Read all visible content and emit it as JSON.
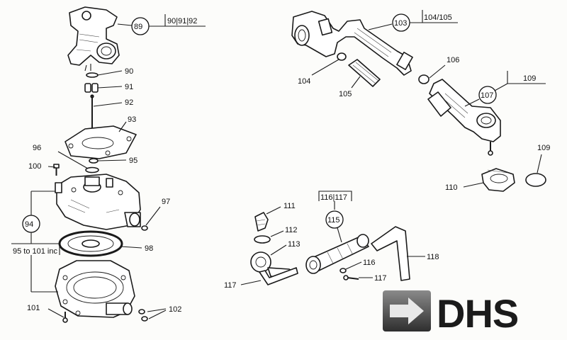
{
  "labels": {
    "n89": "89",
    "n90_91_92": "90|91|92",
    "n90": "90",
    "n91": "91",
    "n92": "92",
    "n93": "93",
    "n96": "96",
    "n95": "95",
    "n100": "100",
    "n97": "97",
    "n94": "94",
    "n95to101": "95 to 101 inc",
    "n98": "98",
    "n101": "101",
    "n102": "102",
    "n103": "103",
    "n104_105": "104/105",
    "n104": "104",
    "n105": "105",
    "n106": "106",
    "n107": "107",
    "n109ref": "109",
    "n109": "109",
    "n110": "110",
    "n111": "111",
    "n112": "112",
    "n113": "113",
    "n116_117": "116|117",
    "n115": "115",
    "n116": "116",
    "n117a": "117",
    "n117b": "117",
    "n118": "118"
  },
  "logo": {
    "text": "DHS",
    "mark": "arrow-icon"
  }
}
